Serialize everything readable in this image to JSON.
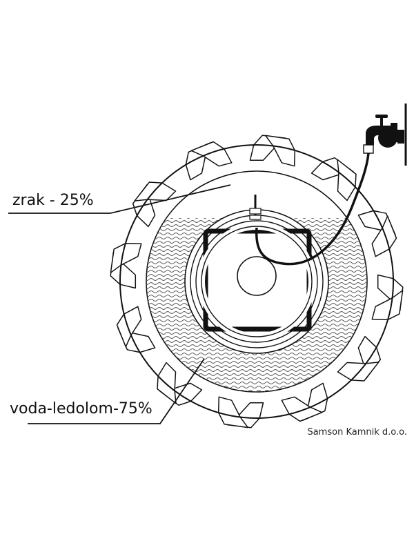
{
  "labels": {
    "air": "zrak - 25%",
    "water": "voda-ledolom-75%"
  },
  "fill": {
    "air_fraction": 0.25,
    "water_fraction": 0.75
  },
  "credit": "Samson Kamnik d.o.o.",
  "colors": {
    "line": "#111111",
    "background": "#ffffff",
    "water_hatch": "#555555"
  }
}
